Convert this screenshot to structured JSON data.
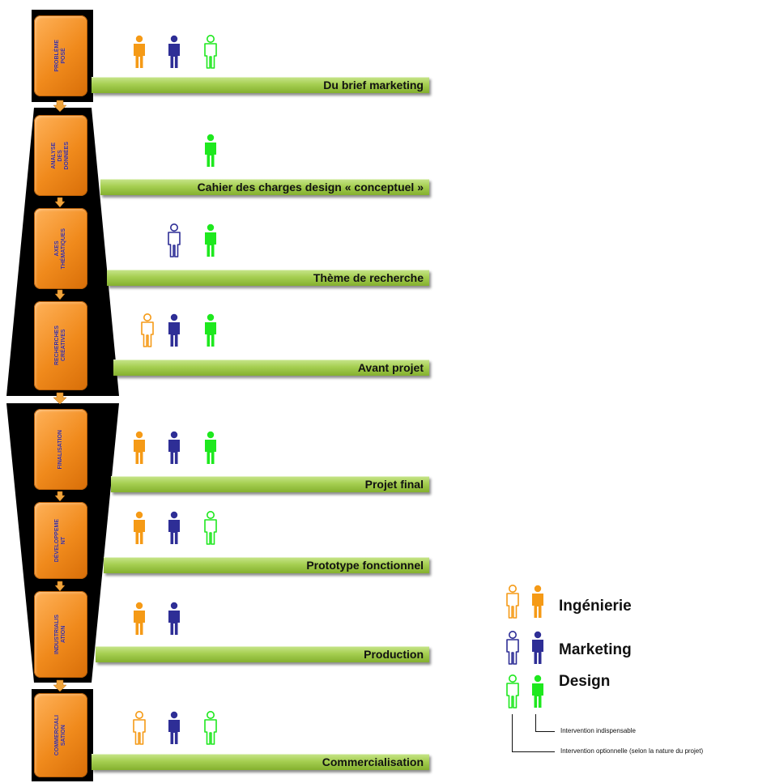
{
  "colors": {
    "ingenierie": "#f59a16",
    "marketing": "#2e2e96",
    "design": "#1ee81e",
    "black": "#000000",
    "stage_fill": "#f08a1c",
    "bar_fill": "#a6cf52",
    "arrow": "#f0a43c"
  },
  "stages": [
    {
      "label": "PROBLÈME\nPOSÉ",
      "deliverable": "Du brief marketing",
      "ingenierie": "required",
      "marketing": "required",
      "design": "optional"
    },
    {
      "label": "ANALYSE\nDES\nDONNÉES",
      "deliverable": "Cahier des charges design « conceptuel »",
      "ingenierie": "none",
      "marketing": "none",
      "design": "required"
    },
    {
      "label": "AXES\nTHÉMATIQUES",
      "deliverable": "Thème de recherche",
      "ingenierie": "none",
      "marketing": "optional",
      "design": "required"
    },
    {
      "label": "RECHERCHES\nCRÉATIVES",
      "deliverable": "Avant projet",
      "ingenierie": "optional",
      "marketing": "required",
      "design": "required"
    },
    {
      "label": "FINALISATION",
      "deliverable": "Projet final",
      "ingenierie": "required",
      "marketing": "required",
      "design": "required"
    },
    {
      "label": "DÉVELOPPEME\nNT",
      "deliverable": "Prototype fonctionnel",
      "ingenierie": "required",
      "marketing": "required",
      "design": "optional"
    },
    {
      "label": "INDUSTRIALIS\nATION",
      "deliverable": "Production",
      "ingenierie": "required",
      "marketing": "required",
      "design": "none"
    },
    {
      "label": "COMMERCIALI\nSATION",
      "deliverable": "Commercialisation",
      "ingenierie": "optional",
      "marketing": "required",
      "design": "optional"
    }
  ],
  "legend": {
    "rows": [
      {
        "key": "ingenierie",
        "label": "Ingénierie"
      },
      {
        "key": "marketing",
        "label": "Marketing"
      },
      {
        "key": "design",
        "label": "Design"
      }
    ],
    "note_required": "Intervention indispensable",
    "note_optional": "Intervention optionnelle  (selon la nature du projet)"
  }
}
